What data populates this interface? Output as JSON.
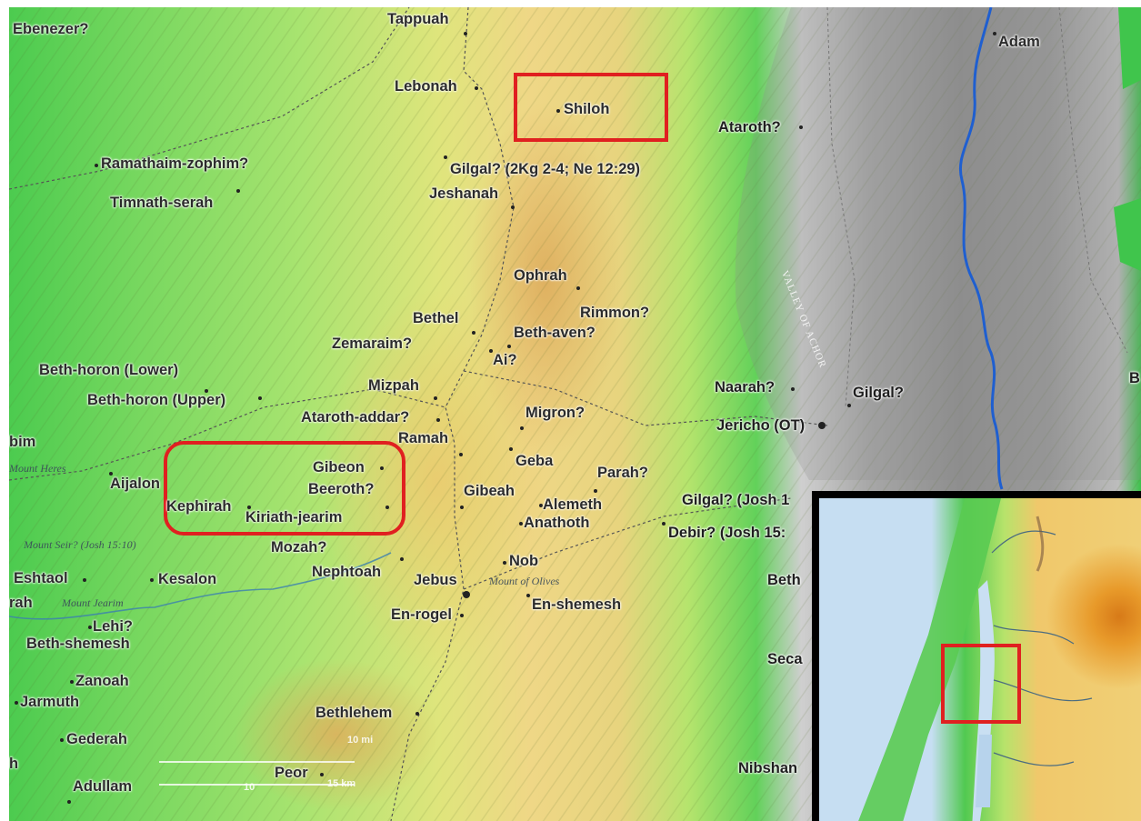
{
  "map": {
    "places": [
      {
        "id": "ebenezer",
        "label": "Ebenezer?"
      },
      {
        "id": "tappuah",
        "label": "Tappuah"
      },
      {
        "id": "adam",
        "label": "Adam"
      },
      {
        "id": "lebonah",
        "label": "Lebonah"
      },
      {
        "id": "shiloh",
        "label": "Shiloh"
      },
      {
        "id": "ataroth",
        "label": "Ataroth?"
      },
      {
        "id": "ramathaim",
        "label": "Ramathaim-zophim?"
      },
      {
        "id": "gilgal-2kg",
        "label": "Gilgal? (2Kg 2-4; Ne 12:29)"
      },
      {
        "id": "jeshanah",
        "label": "Jeshanah"
      },
      {
        "id": "timnath",
        "label": "Timnath-serah"
      },
      {
        "id": "ophrah",
        "label": "Ophrah"
      },
      {
        "id": "rimmon",
        "label": "Rimmon?"
      },
      {
        "id": "bethel",
        "label": "Bethel"
      },
      {
        "id": "beth-aven",
        "label": "Beth-aven?"
      },
      {
        "id": "zemaraim",
        "label": "Zemaraim?"
      },
      {
        "id": "ai",
        "label": "Ai?"
      },
      {
        "id": "beth-horon-lower",
        "label": "Beth-horon (Lower)"
      },
      {
        "id": "mizpah",
        "label": "Mizpah"
      },
      {
        "id": "beth-horon-upper",
        "label": "Beth-horon (Upper)"
      },
      {
        "id": "ataroth-addar",
        "label": "Ataroth-addar?"
      },
      {
        "id": "naarah",
        "label": "Naarah?"
      },
      {
        "id": "gilgal",
        "label": "Gilgal?"
      },
      {
        "id": "migron",
        "label": "Migron?"
      },
      {
        "id": "jericho",
        "label": "Jericho (OT)"
      },
      {
        "id": "bim",
        "label": "bim"
      },
      {
        "id": "ramah",
        "label": "Ramah"
      },
      {
        "id": "geba",
        "label": "Geba"
      },
      {
        "id": "gibeon",
        "label": "Gibeon"
      },
      {
        "id": "parah",
        "label": "Parah?"
      },
      {
        "id": "aijalon",
        "label": "Aijalon"
      },
      {
        "id": "beeroth",
        "label": "Beeroth?"
      },
      {
        "id": "gibeah",
        "label": "Gibeah"
      },
      {
        "id": "alemeth",
        "label": "Alemeth"
      },
      {
        "id": "gilgal-josh",
        "label": "Gilgal? (Josh 1"
      },
      {
        "id": "kephirah",
        "label": "Kephirah"
      },
      {
        "id": "kiriath",
        "label": "Kiriath-jearim"
      },
      {
        "id": "anathoth",
        "label": "Anathoth"
      },
      {
        "id": "debir",
        "label": "Debir? (Josh 15:"
      },
      {
        "id": "mozah",
        "label": "Mozah?"
      },
      {
        "id": "nob",
        "label": "Nob"
      },
      {
        "id": "eshtaol",
        "label": "Eshtaol"
      },
      {
        "id": "kesalon",
        "label": "Kesalon"
      },
      {
        "id": "nephtoah",
        "label": "Nephtoah"
      },
      {
        "id": "jebus",
        "label": "Jebus"
      },
      {
        "id": "beth-partial",
        "label": "Beth"
      },
      {
        "id": "rah",
        "label": "rah"
      },
      {
        "id": "en-shemesh",
        "label": "En-shemesh"
      },
      {
        "id": "en-rogel",
        "label": "En-rogel"
      },
      {
        "id": "lehi",
        "label": "Lehi?"
      },
      {
        "id": "beth-shemesh",
        "label": "Beth-shemesh"
      },
      {
        "id": "seca",
        "label": "Seca"
      },
      {
        "id": "zanoah",
        "label": "Zanoah"
      },
      {
        "id": "jarmuth",
        "label": "Jarmuth"
      },
      {
        "id": "bethlehem",
        "label": "Bethlehem"
      },
      {
        "id": "gederah",
        "label": "Gederah"
      },
      {
        "id": "h",
        "label": "h"
      },
      {
        "id": "nibshan",
        "label": "Nibshan"
      },
      {
        "id": "peor",
        "label": "Peor"
      },
      {
        "id": "adullam",
        "label": "Adullam"
      },
      {
        "id": "b-edge",
        "label": "B"
      }
    ],
    "features": [
      {
        "id": "mount-heres",
        "label": "Mount Heres"
      },
      {
        "id": "mount-seir",
        "label": "Mount Seir? (Josh 15:10)"
      },
      {
        "id": "mount-jearim",
        "label": "Mount Jearim"
      },
      {
        "id": "mount-olives",
        "label": "Mount of Olives"
      },
      {
        "id": "valley-achor",
        "label": "VALLEY OF ACHOR"
      }
    ],
    "scale": {
      "miles": "10 mi",
      "km": "15 km",
      "zero": "10"
    },
    "colors": {
      "highlight": "#e02020",
      "river": "#1f5fd0",
      "inset_border": "#000000"
    }
  }
}
